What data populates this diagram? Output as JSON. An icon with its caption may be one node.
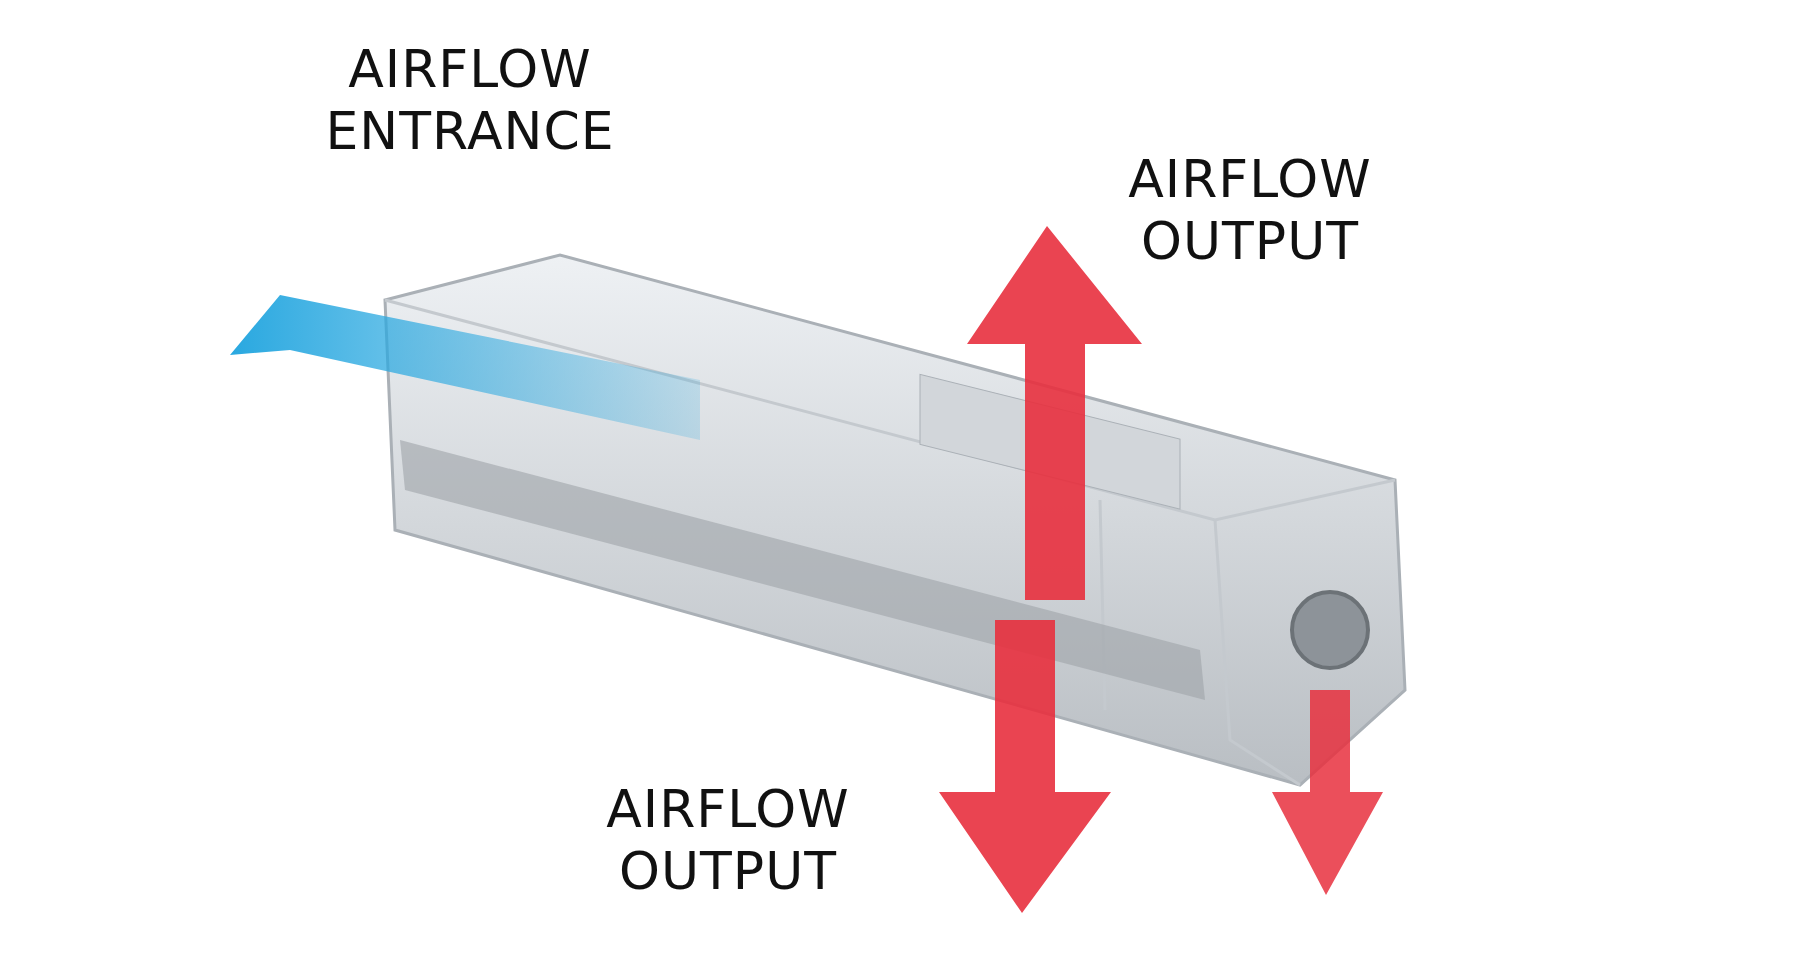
{
  "diagram": {
    "labels": [
      "AIRFLOW ENTRANCE",
      "AIRFLOW OUTPUT",
      "AIRFLOW OUTPUT"
    ]
  }
}
